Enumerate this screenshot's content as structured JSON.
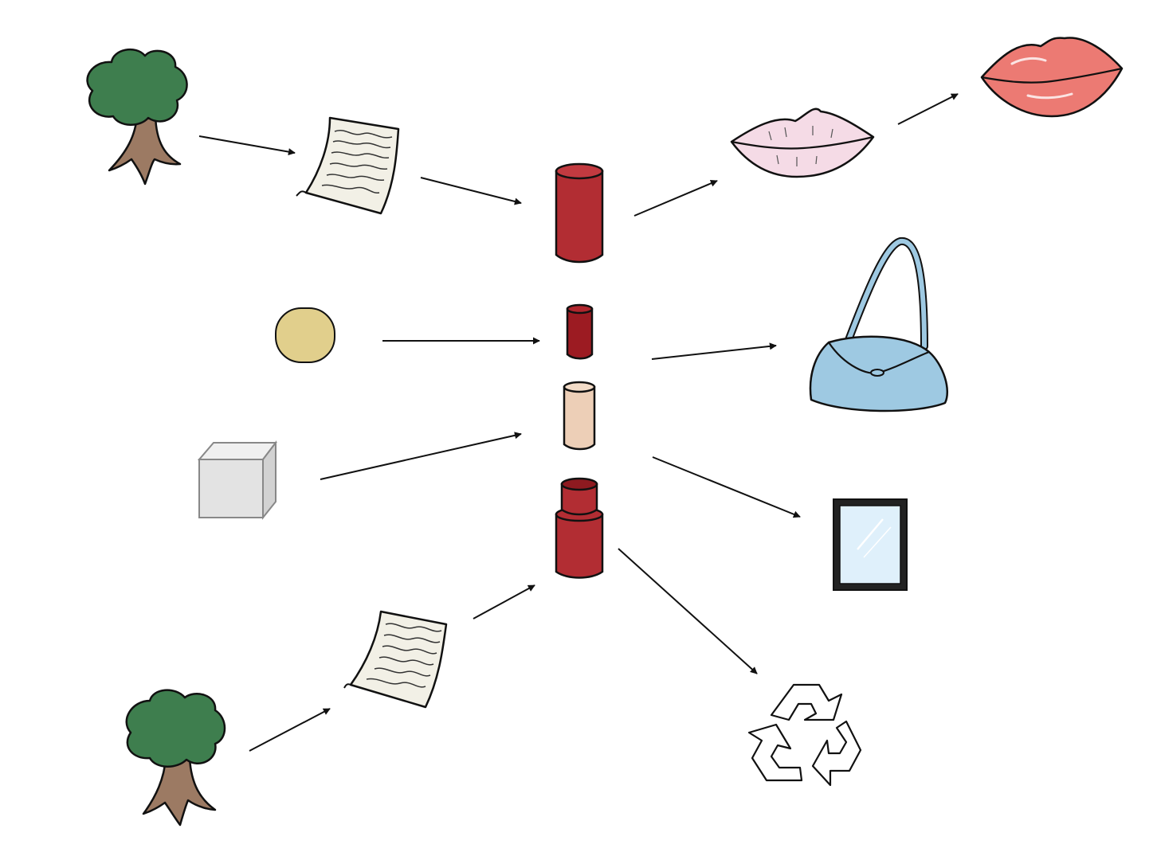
{
  "diagram": {
    "nodes": [
      {
        "id": "tree-top",
        "icon": "tree-icon"
      },
      {
        "id": "paper-top",
        "icon": "paper-sheet-icon"
      },
      {
        "id": "tube-large",
        "icon": "red-cylinder-icon"
      },
      {
        "id": "lips-pale",
        "icon": "pale-lips-icon"
      },
      {
        "id": "lips-red",
        "icon": "red-lips-icon"
      },
      {
        "id": "wax-disc",
        "icon": "wax-disc-icon"
      },
      {
        "id": "tube-small",
        "icon": "small-red-cylinder-icon"
      },
      {
        "id": "tube-beige",
        "icon": "beige-cylinder-icon"
      },
      {
        "id": "cube",
        "icon": "cube-icon"
      },
      {
        "id": "tube-capped",
        "icon": "capped-red-cylinder-icon"
      },
      {
        "id": "handbag",
        "icon": "handbag-icon"
      },
      {
        "id": "mirror",
        "icon": "mirror-icon"
      },
      {
        "id": "recycle",
        "icon": "recycle-icon"
      },
      {
        "id": "paper-bottom",
        "icon": "paper-sheet-icon"
      },
      {
        "id": "tree-bottom",
        "icon": "tree-icon"
      }
    ],
    "edges": [
      {
        "from": "tree-top",
        "to": "paper-top"
      },
      {
        "from": "paper-top",
        "to": "tube-large"
      },
      {
        "from": "tube-large",
        "to": "lips-pale"
      },
      {
        "from": "lips-pale",
        "to": "lips-red"
      },
      {
        "from": "wax-disc",
        "to": "tube-small"
      },
      {
        "from": "tube-small",
        "to": "handbag"
      },
      {
        "from": "cube",
        "to": "tube-beige"
      },
      {
        "from": "tube-beige",
        "to": "mirror"
      },
      {
        "from": "tube-capped",
        "to": "recycle"
      },
      {
        "from": "paper-bottom",
        "to": "tube-capped"
      },
      {
        "from": "tree-bottom",
        "to": "paper-bottom"
      }
    ],
    "colors": {
      "tree_foliage": "#3e7e4e",
      "tree_trunk": "#9c7a63",
      "paper": "#f2f0e6",
      "tube_red": "#b22d33",
      "tube_dark_red": "#9c1b22",
      "tube_beige": "#edcfb7",
      "wax": "#e1cf8c",
      "cube": "#e3e3e3",
      "lips_pale": "#f5dbe6",
      "lips_red": "#ec7a73",
      "handbag": "#9ec9e2",
      "mirror_glass": "#dff0fb",
      "arrow": "#111111"
    }
  }
}
